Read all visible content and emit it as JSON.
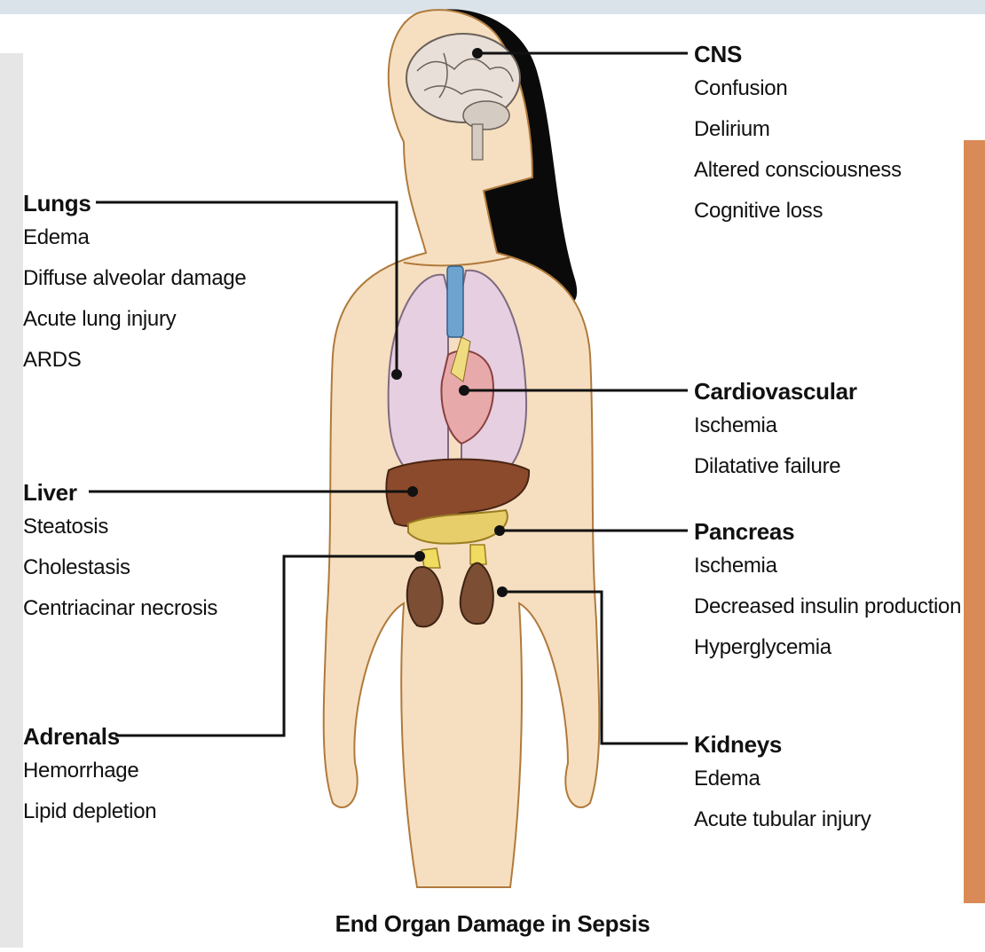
{
  "caption": "End Organ Damage in Sepsis",
  "organs": {
    "cns": {
      "title": "CNS",
      "items": [
        "Confusion",
        "Delirium",
        "Altered consciousness",
        "Cognitive loss"
      ]
    },
    "lungs": {
      "title": "Lungs",
      "items": [
        "Edema",
        "Diffuse alveolar damage",
        "Acute lung injury",
        "ARDS"
      ]
    },
    "cardiovascular": {
      "title": "Cardiovascular",
      "items": [
        "Ischemia",
        "Dilatative failure"
      ]
    },
    "liver": {
      "title": "Liver",
      "items": [
        "Steatosis",
        "Cholestasis",
        "Centriacinar necrosis"
      ]
    },
    "pancreas": {
      "title": "Pancreas",
      "items": [
        "Ischemia",
        "Decreased insulin production",
        "Hyperglycemia"
      ]
    },
    "adrenals": {
      "title": "Adrenals",
      "items": [
        "Hemorrhage",
        "Lipid depletion"
      ]
    },
    "kidneys": {
      "title": "Kidneys",
      "items": [
        "Edema",
        "Acute tubular injury"
      ]
    }
  },
  "colors": {
    "skin": "#f6dfc0",
    "outline": "#b07a3c",
    "hair": "#0a0a0a",
    "brain": "#e8e0d8",
    "lungs": "#e5cfe0",
    "heart": "#e7a9a9",
    "liver": "#8b4a2b",
    "pancreas": "#e8cd6b",
    "kidneys": "#7c4e33",
    "trachea": "#6fa3cf"
  }
}
